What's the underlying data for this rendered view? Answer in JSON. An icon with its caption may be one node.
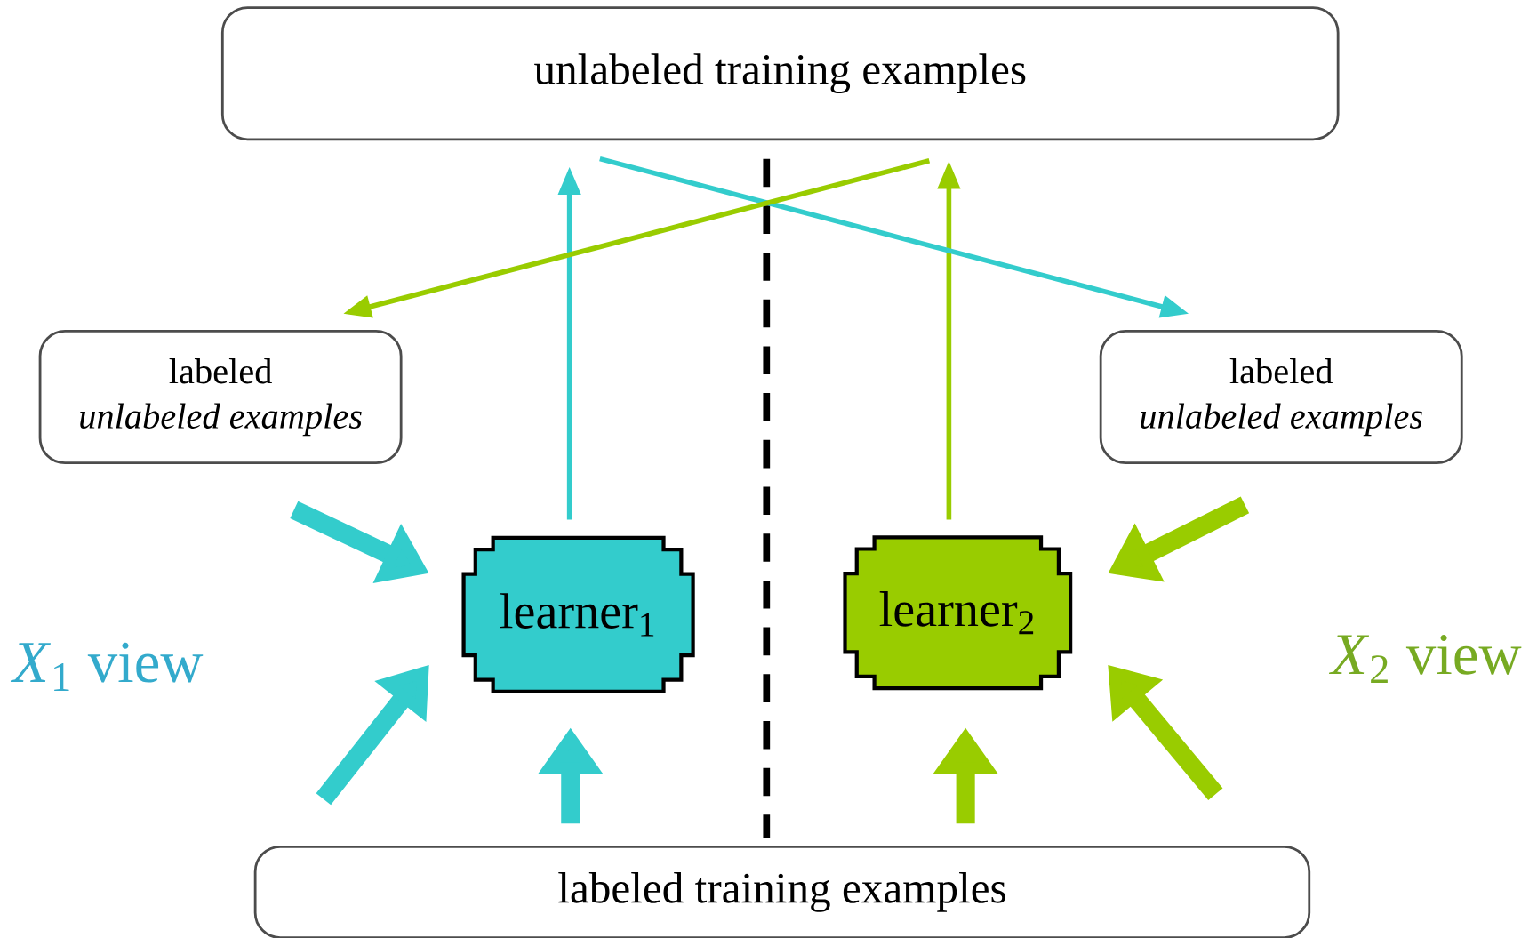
{
  "diagram": {
    "nodes": [
      {
        "text": [
          "unlabeled training examples"
        ]
      },
      {
        "text": [
          "labeled",
          "unlabeled examples"
        ]
      },
      {
        "text": [
          "labeled",
          "unlabeled examples"
        ]
      },
      {
        "text": [
          "learner$_{1}$"
        ]
      },
      {
        "text": [
          "learner$_{2}$"
        ]
      },
      {
        "text": [
          "labeled training examples"
        ]
      }
    ],
    "edges": [
      {
        "from": 3,
        "to": 0,
        "arrow": "to",
        "color": "#33cccc"
      },
      {
        "from": 4,
        "to": 0,
        "arrow": "to",
        "color": "#99cc00"
      },
      {
        "from": 0,
        "to": 2,
        "arrow": "to",
        "color": "#33cccc"
      },
      {
        "from": 0,
        "to": 1,
        "arrow": "to",
        "color": "#99cc00"
      },
      {
        "from": 1,
        "to": 3,
        "arrow": "to",
        "color": "#33cccc"
      },
      {
        "from": 5,
        "to": 3,
        "arrow": "to",
        "color": "#33cccc"
      },
      {
        "from": 5,
        "to": 3,
        "arrow": "to",
        "color": "#33cccc"
      },
      {
        "from": 2,
        "to": 4,
        "arrow": "to",
        "color": "#99cc00"
      },
      {
        "from": 5,
        "to": 4,
        "arrow": "to",
        "color": "#99cc00"
      },
      {
        "from": 5,
        "to": 4,
        "arrow": "to",
        "color": "#99cc00"
      }
    ],
    "labels": [
      "*X*$_{1}$ view",
      "*X*$_{2}$ view"
    ]
  }
}
